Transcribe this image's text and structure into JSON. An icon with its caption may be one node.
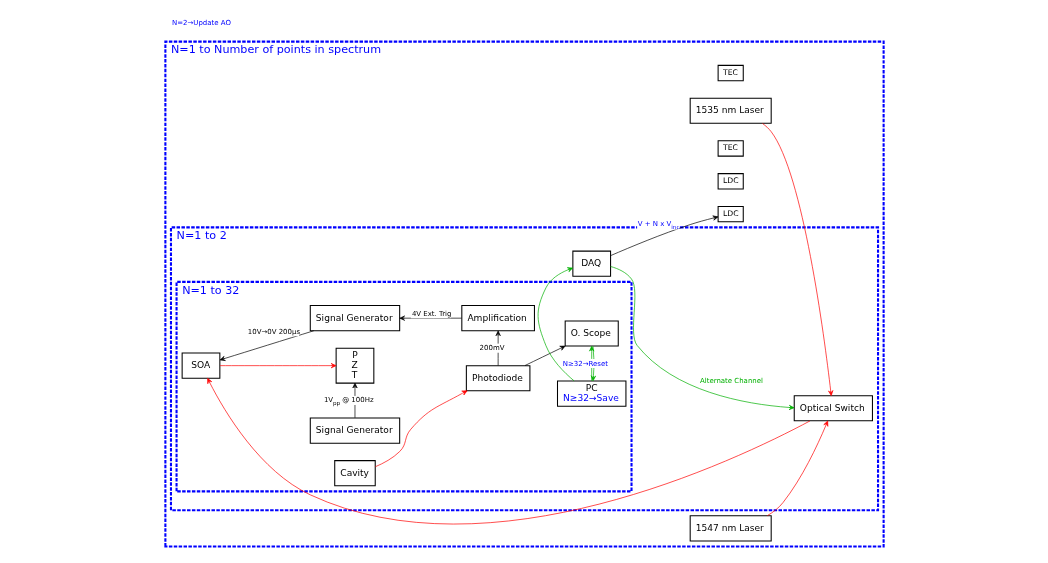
{
  "diagram": {
    "nodes": [
      {
        "text": [
          "N=1 to Number of points in spectrum"
        ]
      },
      {
        "text": [
          "N=1 to 2"
        ],
        "in": 0
      },
      {
        "text": [
          "N=1 to 32"
        ],
        "in": 1
      },
      {
        "text": [
          "TEC"
        ],
        "in": 0
      },
      {
        "text": [
          "LDC"
        ],
        "in": 0
      },
      {
        "text": [
          "1535 nm Laser"
        ],
        "in": 0
      },
      {
        "text": [
          "TEC"
        ],
        "in": 0
      },
      {
        "text": [
          "LDC"
        ],
        "in": 0
      },
      {
        "text": [
          "1547 nm Laser"
        ],
        "in": 0
      },
      {
        "text": [
          "Optical Switch"
        ],
        "in": 1
      },
      {
        "text": [
          "SOA"
        ],
        "in": 2
      },
      {
        "text": [
          "Signal Generator"
        ],
        "in": 2
      },
      {
        "text": [
          "P Z T"
        ],
        "in": 2
      },
      {
        "text": [
          "Cavity"
        ],
        "in": 2
      },
      {
        "text": [
          "Photodiode"
        ],
        "in": 2
      },
      {
        "text": [
          "O. Scope"
        ],
        "in": 2
      },
      {
        "text": [
          "Signal Generator"
        ],
        "in": 2
      },
      {
        "text": [
          "Amplification"
        ],
        "in": 2
      },
      {
        "text": [
          "PC",
          "N≥32→Save"
        ],
        "in": 2
      },
      {
        "text": [
          "DAQ"
        ],
        "in": 1
      }
    ],
    "edges": [
      {
        "from": 5,
        "to": 9,
        "arrow": "to",
        "color": "#ff0000"
      },
      {
        "from": 8,
        "to": 9,
        "arrow": "to",
        "color": "#ff0000"
      },
      {
        "from": 9,
        "to": 10,
        "arrow": "to",
        "color": "#ff0000"
      },
      {
        "from": 10,
        "to": 12,
        "arrow": "to",
        "color": "#ff0000"
      },
      {
        "from": 11,
        "to": 12,
        "arrow": "to",
        "label": "1V$_{pp}$ @ 100Hz"
      },
      {
        "from": 13,
        "to": 14,
        "arrow": "to",
        "color": "#ff0000"
      },
      {
        "from": 14,
        "to": 15,
        "arrow": "to"
      },
      {
        "from": 14,
        "to": 17,
        "arrow": "to",
        "label": "200mV"
      },
      {
        "from": 17,
        "to": 16,
        "arrow": "to",
        "label": "4V Ext. Trig"
      },
      {
        "from": 16,
        "to": 10,
        "arrow": "to",
        "label": "10V→0V 200µs"
      },
      {
        "from": 15,
        "to": 18,
        "arrow": "to",
        "color": "#00b000"
      },
      {
        "from": 18,
        "to": 15,
        "arrow": "to",
        "label": "N≥32→Reset",
        "color": "#00b000"
      },
      {
        "from": 18,
        "to": 19,
        "arrow": "to",
        "color": "#00b000"
      },
      {
        "from": 19,
        "to": 9,
        "arrow": "to",
        "label": "Alternate Channel",
        "color": "#00b000"
      },
      {
        "from": 19,
        "to": 4,
        "arrow": "to",
        "label": "V + N x V$_{inc}$"
      }
    ],
    "labels": [
      "N=2→Update AO"
    ]
  }
}
